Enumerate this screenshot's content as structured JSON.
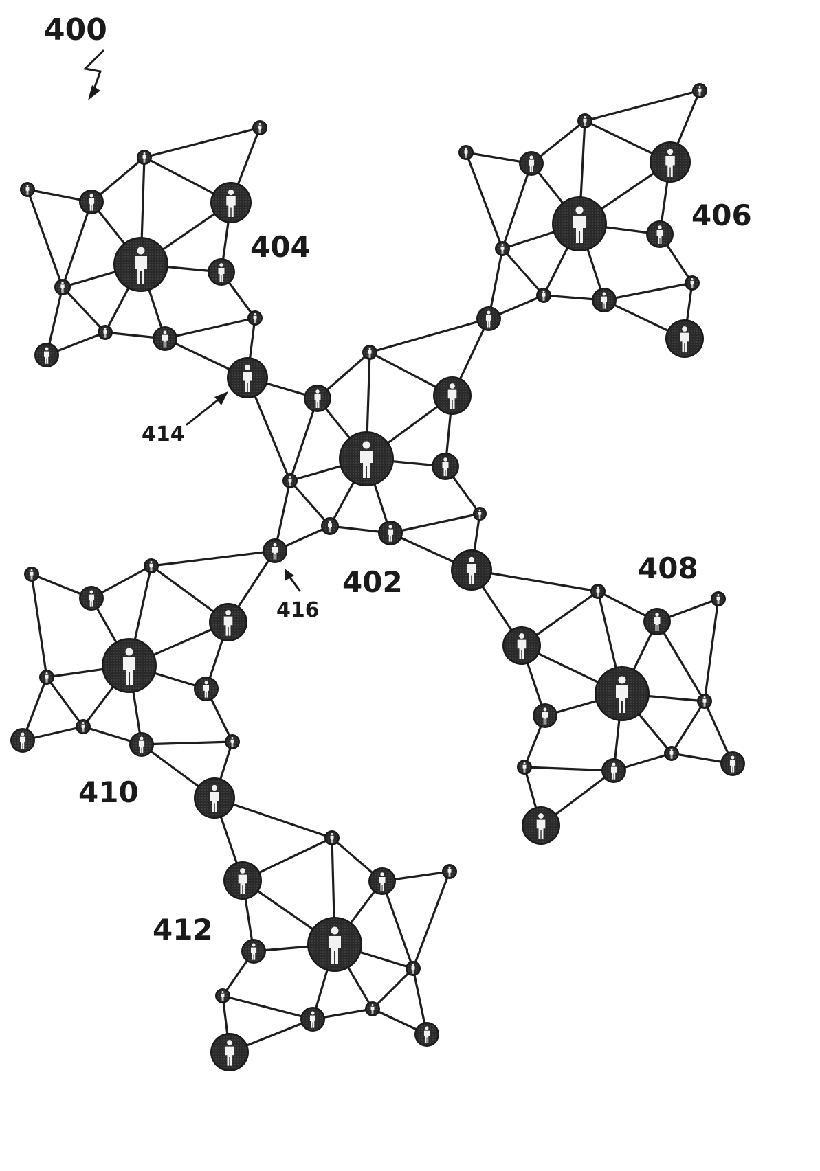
{
  "figure": {
    "label": "400",
    "clusters": [
      {
        "label": "402"
      },
      {
        "label": "404"
      },
      {
        "label": "406"
      },
      {
        "label": "408"
      },
      {
        "label": "410"
      },
      {
        "label": "412"
      }
    ],
    "callouts": [
      {
        "label": "414"
      },
      {
        "label": "416"
      }
    ]
  },
  "colors": {
    "node": "#1a1a1a",
    "edge": "#1e1e1e",
    "person_icon": "#f2f2f2",
    "background": "#ffffff"
  },
  "icon": "person-icon"
}
